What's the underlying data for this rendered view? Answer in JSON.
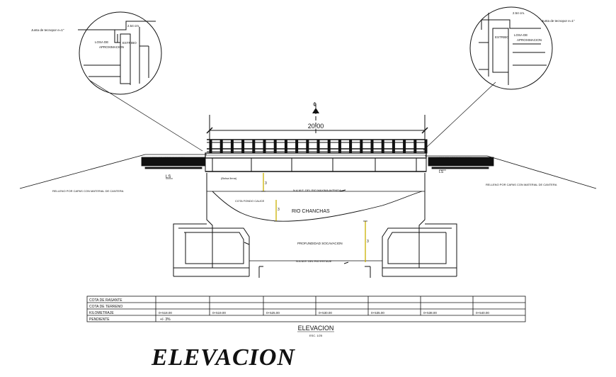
{
  "top": {
    "dimension": "20.00",
    "centerline_mark": "¢"
  },
  "detail_left": {
    "joint": "Junta de tecnopor e=1\"",
    "gap": "2.54 cm.",
    "slab": "LOSA DE\nAPROXIMACION",
    "abutment": "ESTRIBO"
  },
  "detail_right": {
    "joint": "Junta de tecnopor e=1\"",
    "gap": "2.54 cm.",
    "slab": "LOSA DE\nAPROXIMACION",
    "abutment": "ESTRIBO"
  },
  "labels": {
    "losa_left": "LOSA DE APROXIMACION",
    "losa_right": "LOSA DE APROXIMACION",
    "relleno_left": "RELLENO POR CAPAS CON MATERIAL DE CANTERA",
    "relleno_right": "RELLENO POR CAPAS CON MATERIAL DE CANTERA",
    "bolsa": "(Bolsa llena)",
    "nivel_maximo": "N.A.M.E. DEL RIO MAXIMA AVENIDA",
    "cota_fondo": "COTA FONDO CAUCE",
    "rio": "RIO CHANCHAS",
    "profundidad": "PROFUNDIDAD SOCAVACION",
    "nivel_minimo": "N.A.M.E. DEL RIO ESTIAJE"
  },
  "table": {
    "rows": [
      {
        "label": "COTA DE RASANTE",
        "values": [
          "",
          "",
          "",
          "",
          "",
          "",
          "",
          ""
        ]
      },
      {
        "label": "COTA DE TERRENO",
        "values": [
          "",
          "",
          "",
          "",
          "",
          "",
          "",
          ""
        ]
      },
      {
        "label": "KILOMETRAJE",
        "values": [
          "0+518.00",
          "0+519.00",
          "0+525.00",
          "0+530.00",
          "0+535.00",
          "0+538.00",
          "0+540.00"
        ]
      },
      {
        "label": "PENDIENTE",
        "values": [
          "+/- 3%",
          "",
          "",
          "",
          "",
          "",
          ""
        ]
      }
    ]
  },
  "caption": {
    "title": "ELEVACION",
    "scale": "ESC. 1/25"
  },
  "main_title": "ELEVACION"
}
